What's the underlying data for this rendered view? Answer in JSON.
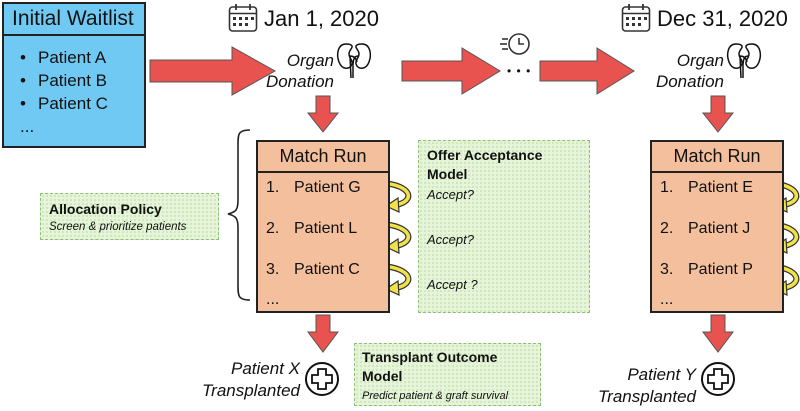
{
  "waitlist": {
    "title": "Initial Waitlist",
    "items": [
      "Patient A",
      "Patient B",
      "Patient C"
    ],
    "more": "..."
  },
  "timeline": {
    "start_date": "Jan 1, 2020",
    "end_date": "Dec 31, 2020",
    "ellipsis": "• • •"
  },
  "organ": {
    "line1": "Organ",
    "line2": "Donation"
  },
  "match_run_1": {
    "title": "Match Run",
    "rows": [
      {
        "num": "1.",
        "label": "Patient G"
      },
      {
        "num": "2.",
        "label": "Patient L"
      },
      {
        "num": "3.",
        "label": "Patient C"
      }
    ],
    "more": "..."
  },
  "match_run_2": {
    "title": "Match Run",
    "rows": [
      {
        "num": "1.",
        "label": "Patient E"
      },
      {
        "num": "2.",
        "label": "Patient J"
      },
      {
        "num": "3.",
        "label": "Patient P"
      }
    ],
    "more": "..."
  },
  "allocation_policy": {
    "title": "Allocation Policy",
    "subtitle": "Screen & prioritize patients"
  },
  "offer_model": {
    "title_line1": "Offer Acceptance",
    "title_line2": "Model",
    "accept_labels": [
      "Accept?",
      "Accept?",
      "Accept ?"
    ]
  },
  "outcome_model": {
    "title_line1": "Transplant Outcome",
    "title_line2": "Model",
    "subtitle": "Predict patient & graft survival"
  },
  "outcome_1": {
    "line1": "Patient X",
    "line2": "Transplanted"
  },
  "outcome_2": {
    "line1": "Patient Y",
    "line2": "Transplanted"
  },
  "colors": {
    "waitlist_fill": "#6fc9f2",
    "match_fill": "#f4bf9c",
    "arrow_fill": "#e8534f",
    "green_box_fill": "#e6f4da",
    "accept_arrow": "#f2e24a"
  },
  "icons": [
    "calendar-icon",
    "kidney-icon",
    "timer-icon",
    "medical-cross-icon"
  ]
}
